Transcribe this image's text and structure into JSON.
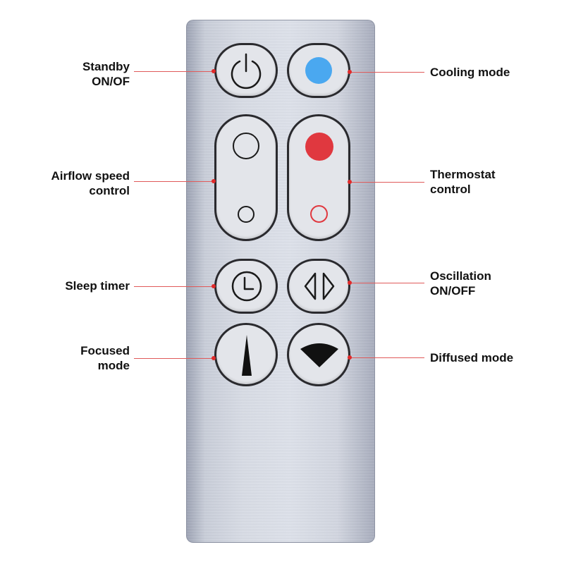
{
  "labels": {
    "standby": "Standby\nON/OF",
    "cooling": "Cooling mode",
    "airflow": "Airflow speed\ncontrol",
    "thermostat": "Thermostat\ncontrol",
    "sleep": "Sleep timer",
    "oscillation": "Oscillation\nON/OFF",
    "focused": "Focused\nmode",
    "diffused": "Diffused mode"
  },
  "icons": {
    "standby": "power-icon",
    "cooling": "blue-dot-icon",
    "airflow_up": "large-circle-icon",
    "airflow_down": "small-circle-icon",
    "thermostat_up": "red-dot-icon",
    "thermostat_down": "small-red-circle-icon",
    "sleep": "clock-icon",
    "oscillation": "double-arrow-icon",
    "focused": "narrow-wedge-icon",
    "diffused": "wide-fan-icon"
  },
  "colors": {
    "cooling_blue": "#4aa8f0",
    "thermostat_red": "#e0383f",
    "leader_line": "#e05a5a"
  }
}
